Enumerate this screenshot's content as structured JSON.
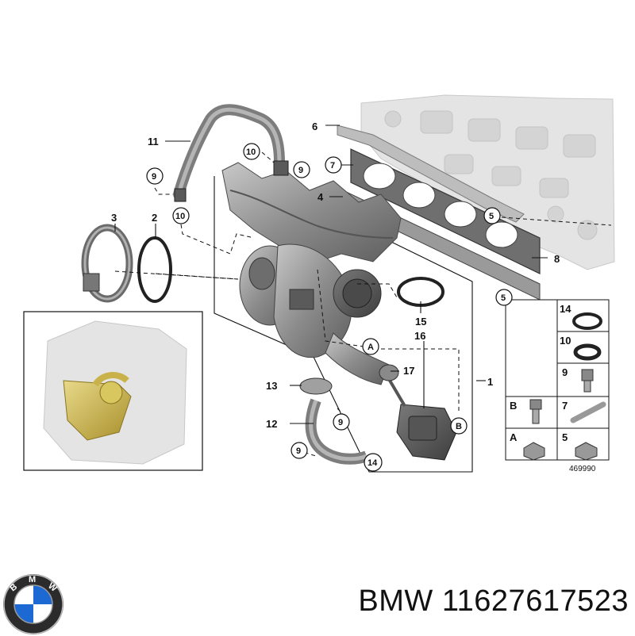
{
  "diagram": {
    "callouts": {
      "c1": "1",
      "c2": "2",
      "c3": "3",
      "c4": "4",
      "c5a": "5",
      "c5b": "5",
      "c6": "6",
      "c7": "7",
      "c8": "8",
      "c9a": "9",
      "c9b": "9",
      "c9c": "9",
      "c9d": "9",
      "c10a": "10",
      "c10b": "10",
      "c11": "11",
      "c12": "12",
      "c13": "13",
      "c14": "14",
      "c15": "15",
      "c16": "16",
      "c17": "17",
      "cA": "A",
      "cB": "B"
    },
    "legend": {
      "r1": "14",
      "r2": "10",
      "r3": "9",
      "r4a": "B",
      "r4b": "7",
      "r5a": "A",
      "r5b": "5"
    },
    "diagram_number": "469990"
  },
  "footer": {
    "logo_letters": "BMW",
    "brand": "BMW",
    "part_number": "11627617523"
  },
  "colors": {
    "ink": "#111111",
    "part_gray": "#8a8a8a",
    "engine_ghost": "#d9d9d9",
    "highlight_gold": "#c9b24a",
    "bmw_blue": "#1c69d4"
  }
}
